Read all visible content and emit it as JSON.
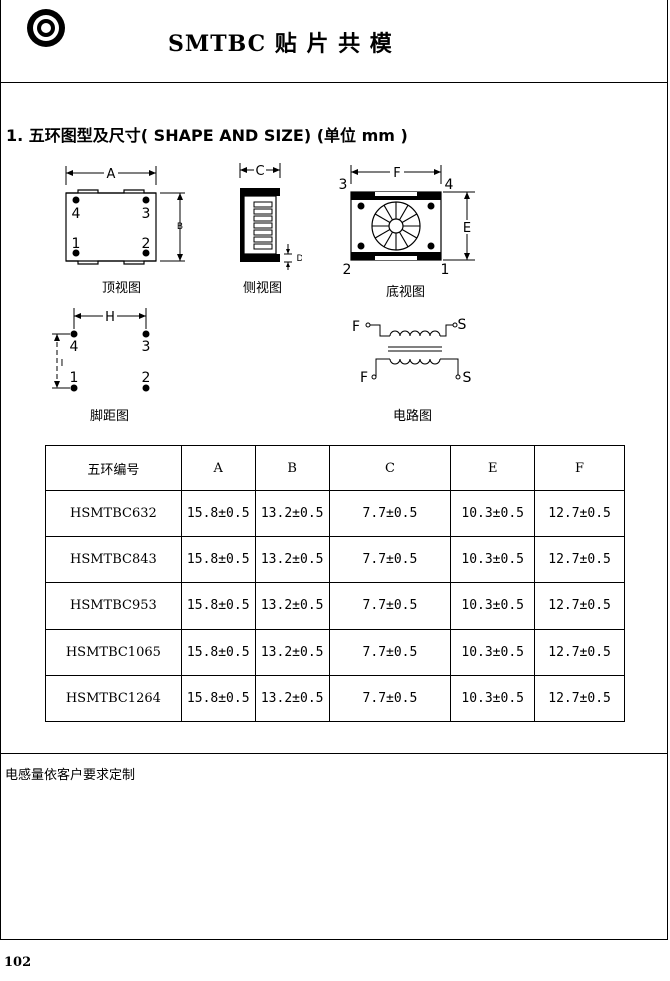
{
  "header": {
    "title": "SMTBC 贴 片 共 模"
  },
  "section": {
    "title": "1. 五环图型及尺寸( SHAPE AND SIZE) (单位 mm )"
  },
  "drawings": {
    "top_view": {
      "caption": "顶视图",
      "dim_a": "A",
      "dim_b": "B",
      "pins": [
        "4",
        "3",
        "1",
        "2"
      ]
    },
    "side_view": {
      "caption": "侧视图",
      "dim_c": "C",
      "dim_d": "D"
    },
    "bottom_view": {
      "caption": "底视图",
      "dim_f": "F",
      "dim_e": "E",
      "pins": [
        "3",
        "4",
        "2",
        "1"
      ]
    },
    "footprint": {
      "caption": "脚距图",
      "dim_h": "H",
      "dim_i": "I",
      "pins": [
        "4",
        "3",
        "1",
        "2"
      ]
    },
    "circuit": {
      "caption": "电路图",
      "terminals": [
        "F",
        "S",
        "F",
        "S"
      ]
    }
  },
  "table": {
    "headers": [
      "五环编号",
      "A",
      "B",
      "C",
      "E",
      "F"
    ],
    "rows": [
      [
        "HSMTBC632",
        "15.8±0.5",
        "13.2±0.5",
        "7.7±0.5",
        "10.3±0.5",
        "12.7±0.5"
      ],
      [
        "HSMTBC843",
        "15.8±0.5",
        "13.2±0.5",
        "7.7±0.5",
        "10.3±0.5",
        "12.7±0.5"
      ],
      [
        "HSMTBC953",
        "15.8±0.5",
        "13.2±0.5",
        "7.7±0.5",
        "10.3±0.5",
        "12.7±0.5"
      ],
      [
        "HSMTBC1065",
        "15.8±0.5",
        "13.2±0.5",
        "7.7±0.5",
        "10.3±0.5",
        "12.7±0.5"
      ],
      [
        "HSMTBC1264",
        "15.8±0.5",
        "13.2±0.5",
        "7.7±0.5",
        "10.3±0.5",
        "12.7±0.5"
      ]
    ]
  },
  "note": "电感量依客户要求定制",
  "footer": {
    "page_number": "102"
  }
}
